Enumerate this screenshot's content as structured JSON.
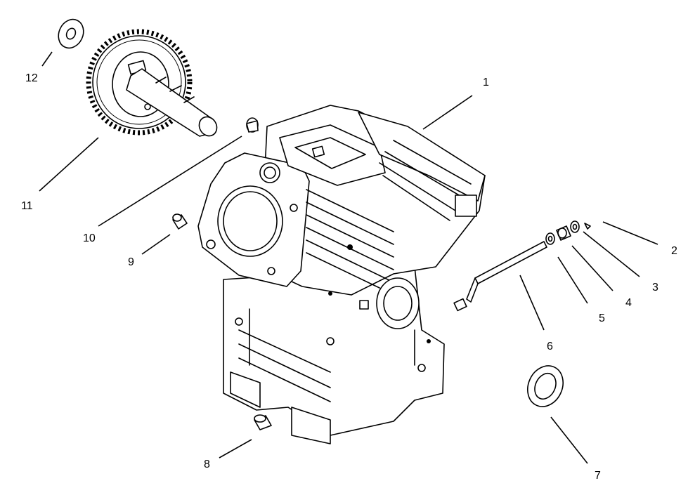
{
  "callouts": [
    {
      "id": "1",
      "label": "1",
      "part": "crankcase"
    },
    {
      "id": "2",
      "label": "2",
      "part": "retaining-clip"
    },
    {
      "id": "3",
      "label": "3",
      "part": "washer"
    },
    {
      "id": "4",
      "label": "4",
      "part": "bushing"
    },
    {
      "id": "5",
      "label": "5",
      "part": "washer"
    },
    {
      "id": "6",
      "label": "6",
      "part": "governor-shaft"
    },
    {
      "id": "7",
      "label": "7",
      "part": "oil-seal"
    },
    {
      "id": "8",
      "label": "8",
      "part": "drain-plug"
    },
    {
      "id": "9",
      "label": "9",
      "part": "dowel-pin"
    },
    {
      "id": "10",
      "label": "10",
      "part": "plug"
    },
    {
      "id": "11",
      "label": "11",
      "part": "camshaft-gear"
    },
    {
      "id": "12",
      "label": "12",
      "part": "shim-washer"
    }
  ]
}
